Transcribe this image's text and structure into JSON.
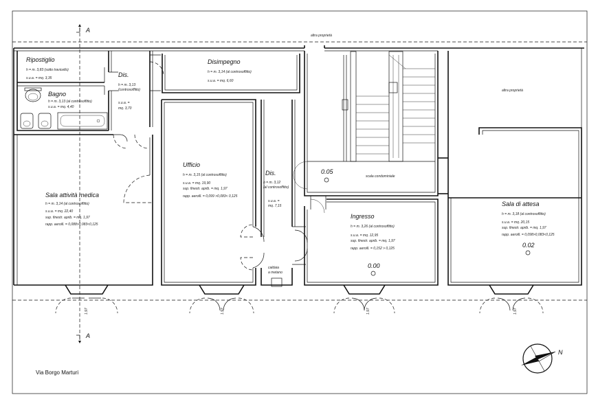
{
  "neighbors": {
    "top": "altra proprietà",
    "right": "altra proprietà"
  },
  "street": "Via Borgo Marturi",
  "section_marker": "A",
  "north_label": "N",
  "stair_label": "scala condominiale",
  "boiler_label": {
    "line1": "caldaia",
    "line2": "a metano"
  },
  "window_tag": "1.97",
  "levels": {
    "stair": "0.05",
    "ingresso": "0.00",
    "attesa": "0.02"
  },
  "rooms": {
    "ripostiglio": {
      "name": "Ripostiglio",
      "h": "h = m. 3,83  (sotto travicello)",
      "sua": "s.u.a. = mq. 3,35"
    },
    "bagno": {
      "name": "Bagno",
      "h": "h = m. 3,13  (al controsoffitto)",
      "sua": "s.u.a. = mq. 4,40"
    },
    "dis1": {
      "name": "Dis.",
      "h": "h = m. 3,13",
      "h2": "(controsoffitto)",
      "sua": "s.u.a. =",
      "sua2": "mq. 3,70"
    },
    "disimpegno": {
      "name": "Disimpegno",
      "h": "h = m. 3,14  (al controsoffitto)",
      "sua": "s.u.a. = mq. 6,60"
    },
    "ufficio": {
      "name": "Ufficio",
      "h": "h = m. 3,15  (al controsoffitto)",
      "sua": "s.u.a. = mq. 19,90",
      "fin": "sup. finestr. aprib. = mq. 1,97",
      "rapp": "rapp. aeroill. = 0,099 >0,083< 0,125"
    },
    "dis2": {
      "name": "Dis.",
      "h": "h = m. 3,12",
      "h2": "(al controsoffitto)",
      "sua": "s.u.a. =",
      "sua2": "mq. 7,15"
    },
    "sala_medica": {
      "name": "Sala attività medica",
      "h": "h = m. 3,14  (al controsoffitto)",
      "sua": "s.u.a. = mq. 22,40",
      "fin": "sup. finestr. aprib. = mq. 1,97",
      "rapp": "rapp. aeroill. = 0,088>0,083<0,125"
    },
    "ingresso": {
      "name": "Ingresso",
      "h": "h = m. 3,26  (al controsoffitto)",
      "sua": "s.u.a. = mq. 12,95",
      "fin": "sup. finestr. aprib. = mq. 1,97",
      "rapp": "rapp. aeroill. = 0,152 > 0,125"
    },
    "sala_attesa": {
      "name": "Sala di attesa",
      "h": "h = m. 3,18  (al controsoffitto)",
      "sua": "s.u.a. = mq. 20,15",
      "fin": "sup. finestr. aprib. = mq. 1,97",
      "rapp": "rapp. aeroill. = 0,098>0,083<0,125"
    }
  }
}
